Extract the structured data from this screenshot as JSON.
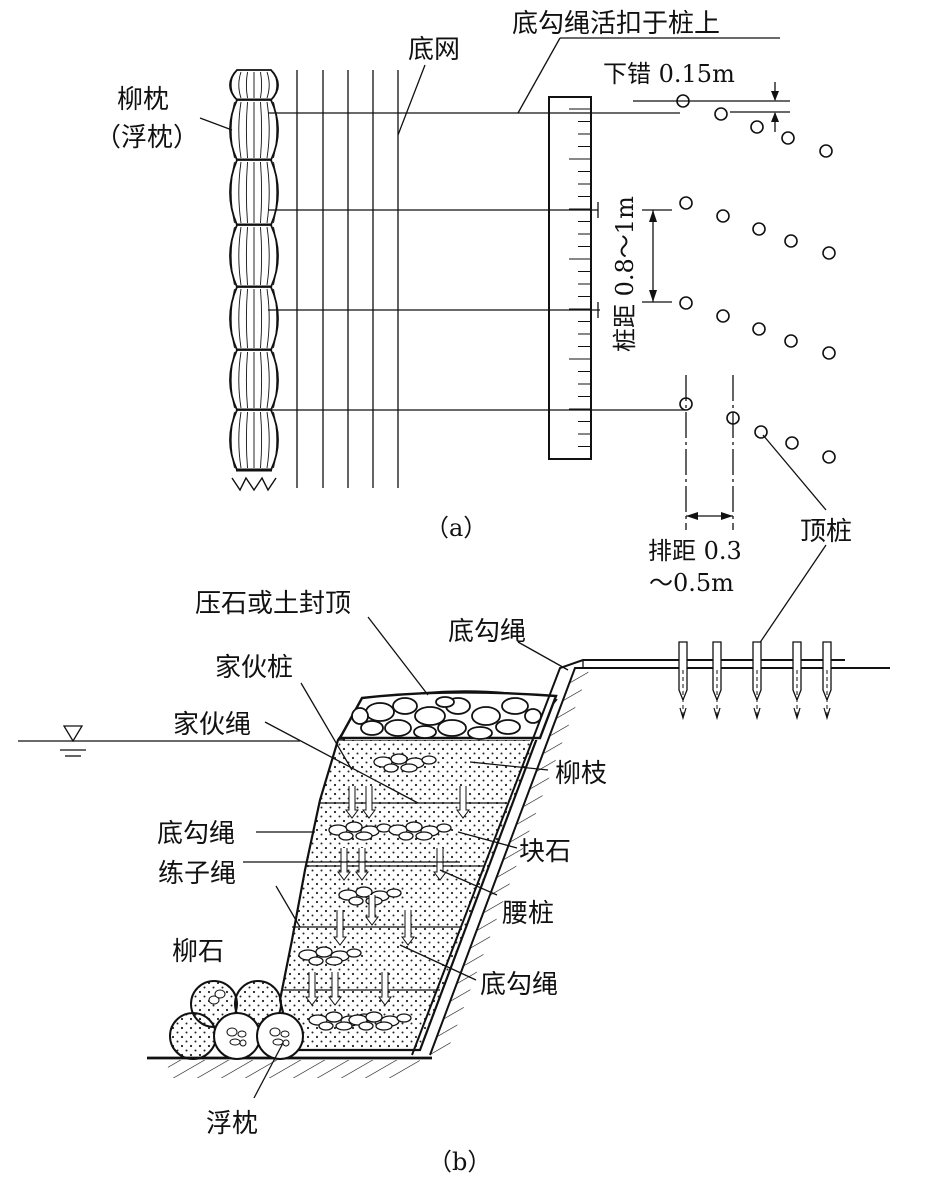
{
  "panel_a": {
    "caption": "（a）",
    "labels": {
      "willow_pillow": "柳枕",
      "floating_pillow": "（浮枕）",
      "bottom_net": "底网",
      "hook_rope_tied": "底勾绳活扣于桩上",
      "offset": "下错 0.15m",
      "pile_spacing": "桩距 0.8～1m",
      "row_spacing_1": "排距 0.3",
      "row_spacing_2": "～0.5m",
      "top_pile": "顶桩"
    }
  },
  "panel_b": {
    "caption": "（b）",
    "labels": {
      "cap": "压石或土封顶",
      "hook_rope_top": "底勾绳",
      "jiahuo_pile": "家伙桩",
      "jiahuo_rope": "家伙绳",
      "willow_branch": "柳枝",
      "hook_rope_left": "底勾绳",
      "block_stone": "块石",
      "lianzi_rope": "练子绳",
      "waist_pile": "腰桩",
      "willow_stone": "柳石",
      "hook_rope_bottom": "底勾绳",
      "floating_pillow": "浮枕"
    }
  }
}
